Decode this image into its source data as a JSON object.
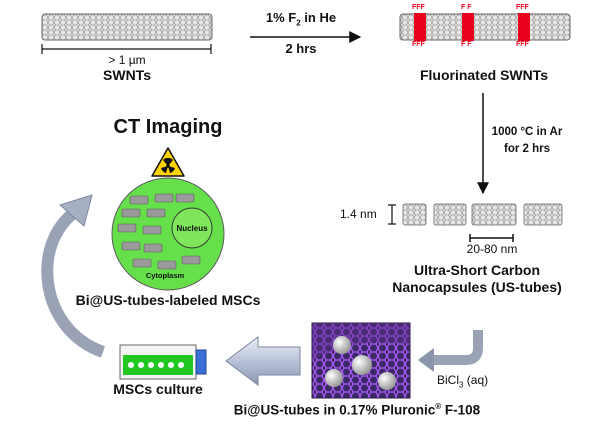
{
  "title": "CT Imaging",
  "step1": {
    "reagent": "1% F",
    "reagent_sub": "2",
    "reagent_tail": " in He",
    "time": "2 hrs"
  },
  "swnt": {
    "length": "> 1 µm",
    "label": "SWNTs"
  },
  "fluorinated": {
    "label": "Fluorinated SWNTs",
    "f_mark": "FFF",
    "f_mark_mid": "F F"
  },
  "step2": {
    "line1": "1000 °C in Ar",
    "line2": "for 2 hrs"
  },
  "capsules": {
    "diameter": "1.4 nm",
    "length": "20-80 nm",
    "label_line1": "Ultra-Short Carbon",
    "label_line2": "Nanocapsules (US-tubes)"
  },
  "step3": {
    "reagent": "BiCl",
    "reagent_sub": "3",
    "reagent_tail": " (aq)"
  },
  "loaded": {
    "label": "Bi@US-tubes in 0.17% Pluronic",
    "sup": "®",
    "tail": " F-108"
  },
  "culture": {
    "label": "MSCs culture"
  },
  "cell": {
    "label": "Bi@US-tubes-labeled MSCs",
    "nucleus": "Nucleus",
    "cytoplasm": "Cytoplasm"
  },
  "colors": {
    "cell_fill": "#66e04a",
    "flask_green": "#22c822",
    "flask_blue": "#3a6fd8",
    "fluorine_red": "#e8001c",
    "graphene": "#6a2a8a",
    "hazard_yellow": "#ffd400"
  }
}
